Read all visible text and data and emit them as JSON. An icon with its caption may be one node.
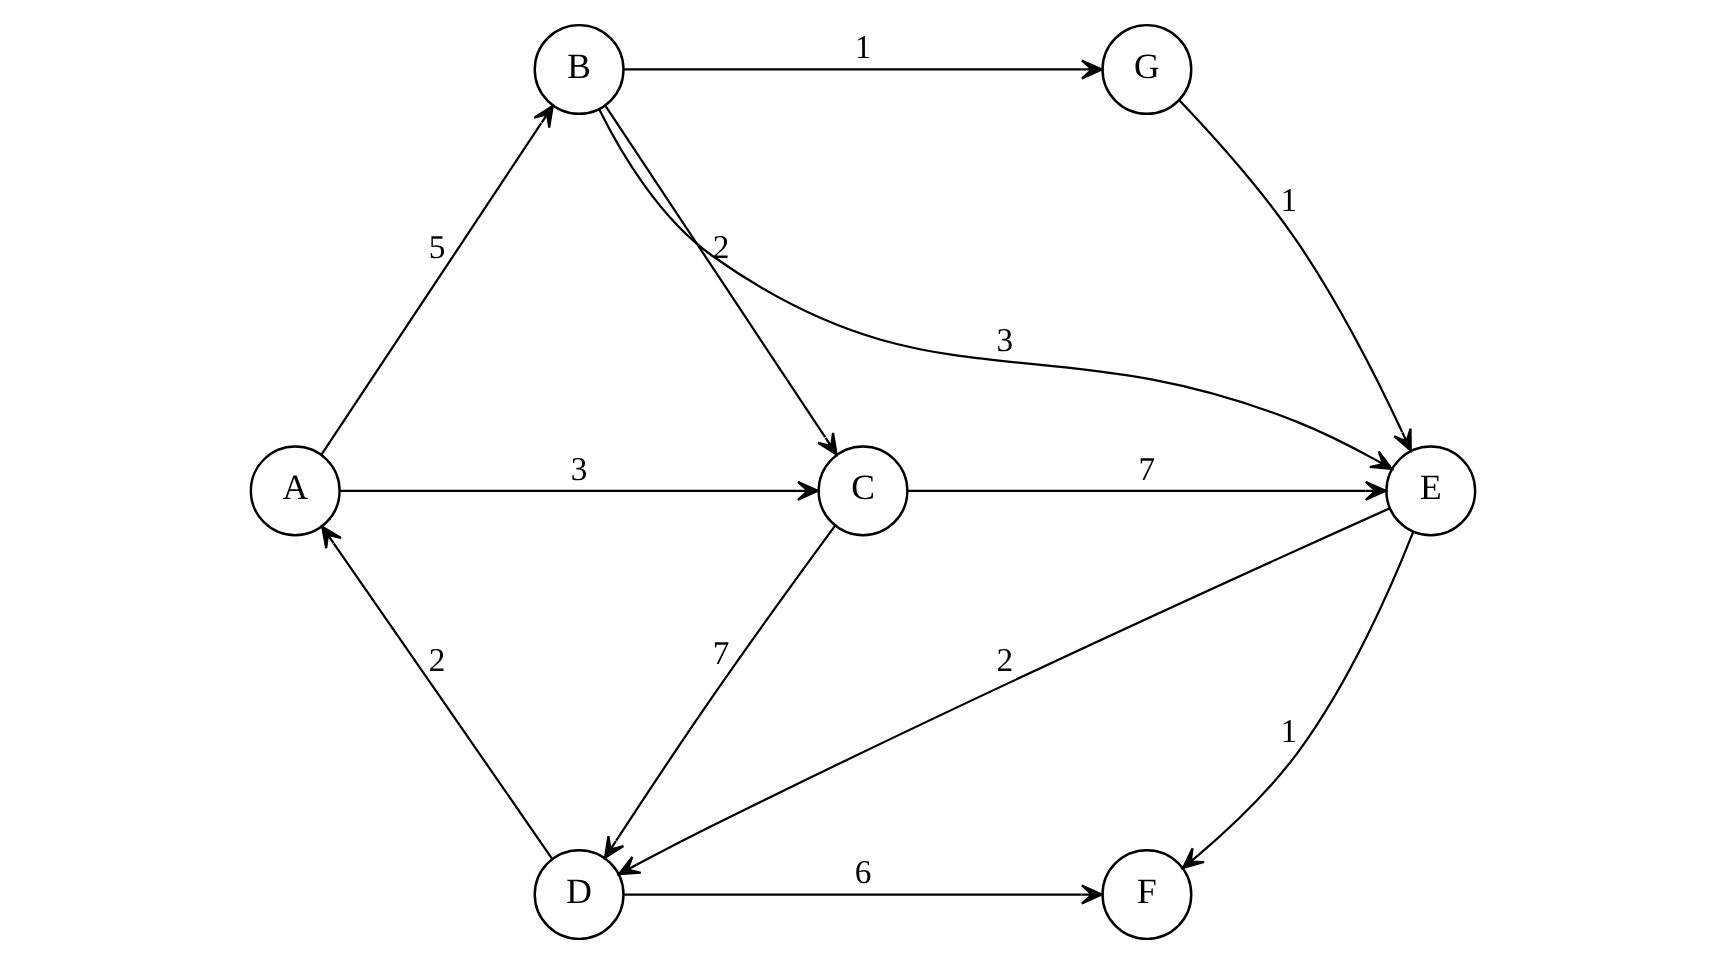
{
  "diagram": {
    "nodes": [
      {
        "text": [
          "B"
        ]
      },
      {
        "text": [
          "G"
        ]
      },
      {
        "text": [
          "A"
        ]
      },
      {
        "text": [
          "C"
        ]
      },
      {
        "text": [
          "E"
        ]
      },
      {
        "text": [
          "D"
        ]
      },
      {
        "text": [
          "F"
        ]
      }
    ],
    "edges": [
      {
        "from": 2,
        "to": 0,
        "arrow": "to",
        "label": "5"
      },
      {
        "from": 2,
        "to": 3,
        "arrow": "to",
        "label": "3"
      },
      {
        "from": 5,
        "to": 2,
        "arrow": "to",
        "label": "2"
      },
      {
        "from": 0,
        "to": 1,
        "arrow": "to",
        "label": "1"
      },
      {
        "from": 0,
        "to": 3,
        "arrow": "to",
        "label": "2"
      },
      {
        "from": 0,
        "to": 4,
        "arrow": "to",
        "label": "3"
      },
      {
        "from": 1,
        "to": 4,
        "arrow": "to",
        "label": "1"
      },
      {
        "from": 3,
        "to": 4,
        "arrow": "to",
        "label": "7"
      },
      {
        "from": 3,
        "to": 5,
        "arrow": "to",
        "label": "7"
      },
      {
        "from": 4,
        "to": 5,
        "arrow": "to",
        "label": "2"
      },
      {
        "from": 4,
        "to": 6,
        "arrow": "to",
        "label": "1"
      },
      {
        "from": 5,
        "to": 6,
        "arrow": "to",
        "label": "6"
      }
    ]
  }
}
